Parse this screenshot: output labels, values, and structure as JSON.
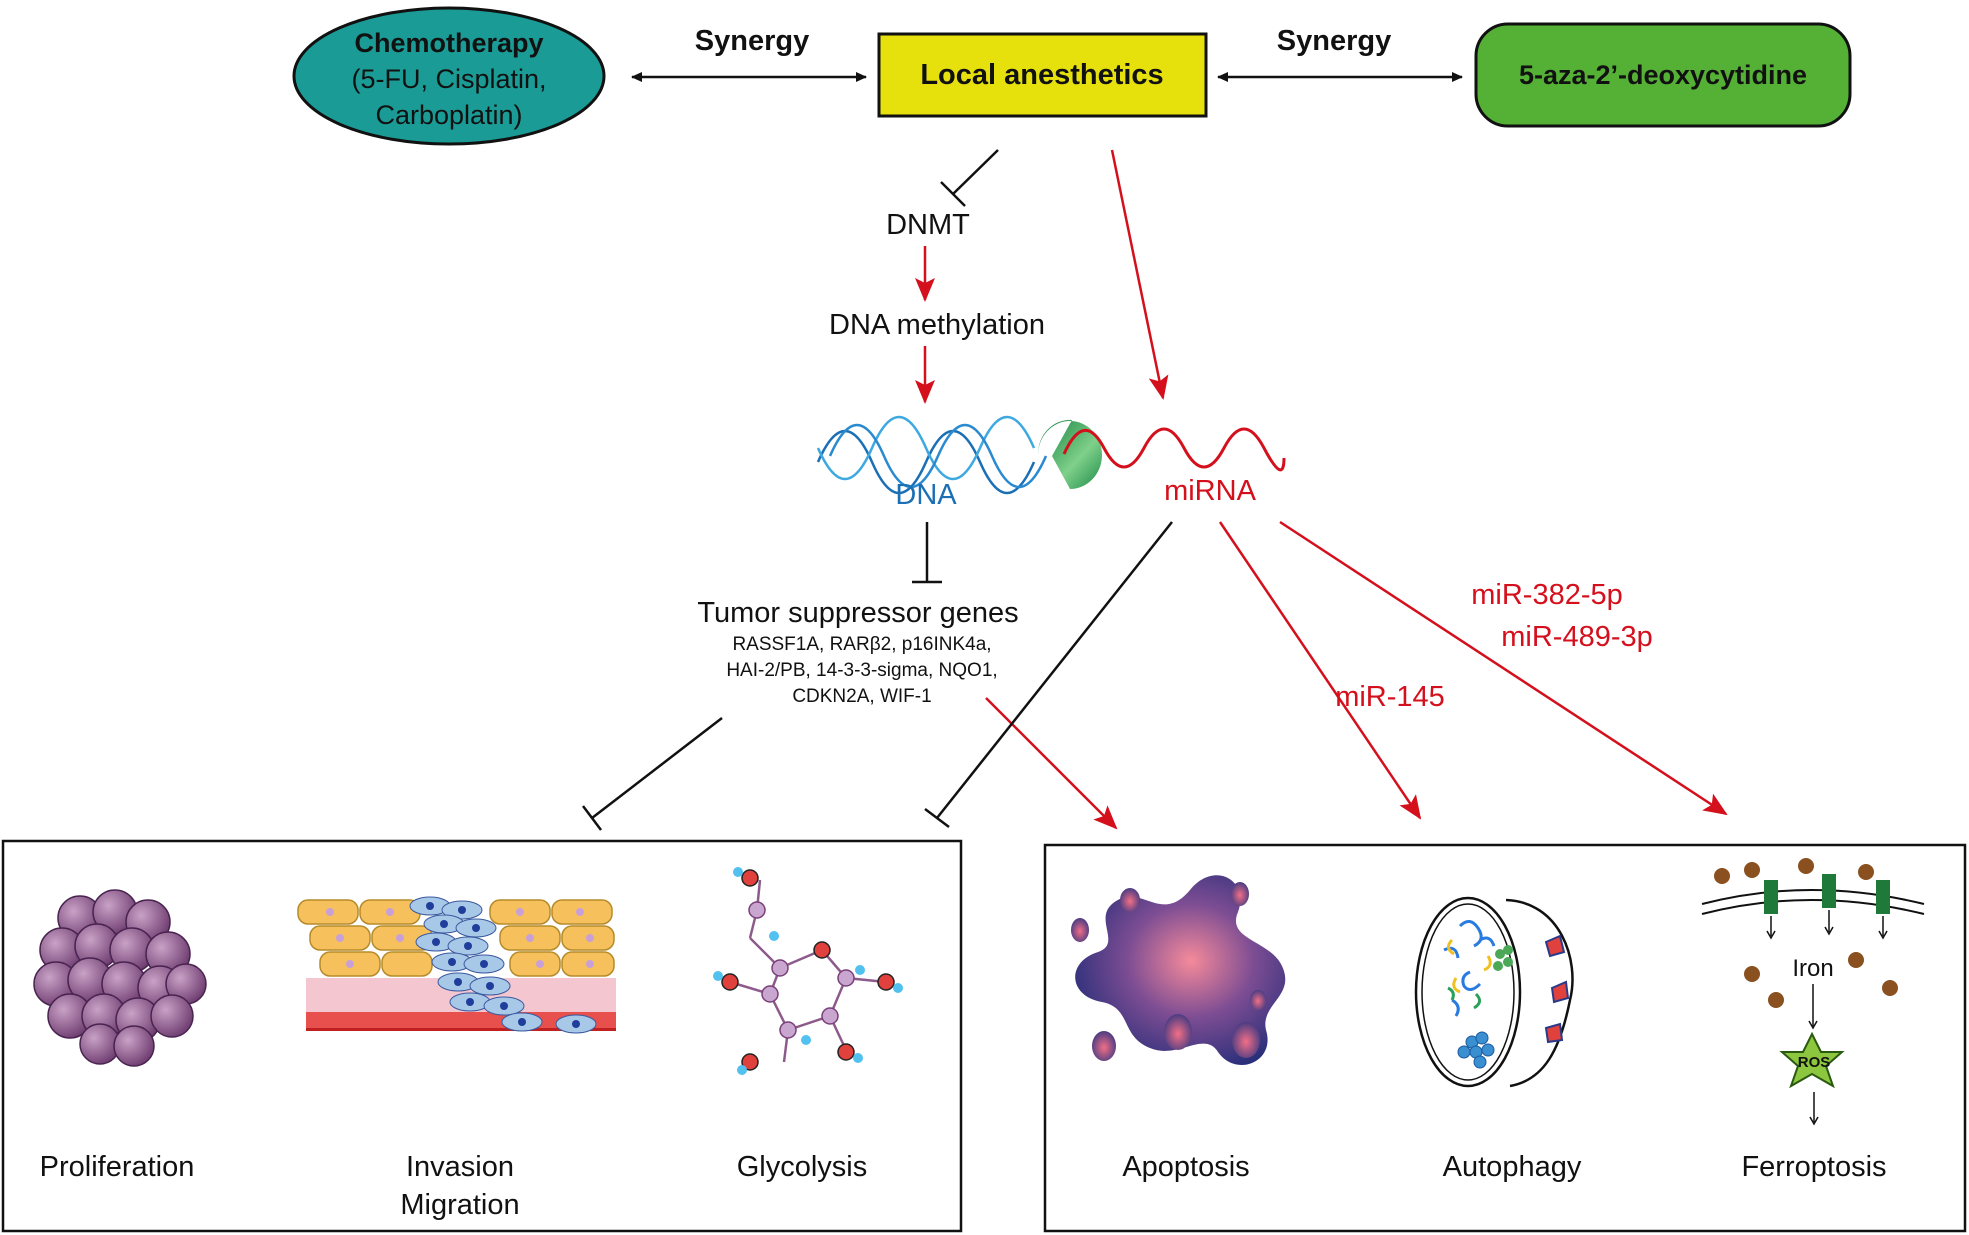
{
  "top": {
    "chemo": {
      "title": "Chemotherapy",
      "line2": "(5-FU, Cisplatin,",
      "line3": "Carboplatin)"
    },
    "local_anesthetics": "Local anesthetics",
    "aza": "5-aza-2’-deoxycytidine",
    "synergy_left": "Synergy",
    "synergy_right": "Synergy"
  },
  "pathway": {
    "dnmt": "DNMT",
    "dna_methylation": "DNA methylation",
    "dna": "DNA",
    "mirna": "miRNA",
    "tsg_title": "Tumor suppressor genes",
    "tsg_genes": [
      "RASSF1A, RARβ2, p16INK4a,",
      "HAI-2/PB, 14-3-3-sigma, NQO1,",
      "CDKN2A, WIF-1"
    ],
    "mir145": "miR-145",
    "mir382": "miR-382-5p",
    "mir489": "miR-489-3p"
  },
  "panels": {
    "left": {
      "proliferation": "Proliferation",
      "invasion": "Invasion",
      "migration": "Migration",
      "glycolysis": "Glycolysis"
    },
    "right": {
      "apoptosis": "Apoptosis",
      "autophagy": "Autophagy",
      "ferroptosis": "Ferroptosis",
      "iron": "Iron",
      "ros": "ROS"
    }
  },
  "colors": {
    "teal": "#1a9b95",
    "yellow": "#e6e10d",
    "green": "#55b135",
    "red": "#d4101d",
    "blue": "#1b6fb5",
    "purple": "#8d5a8c"
  }
}
